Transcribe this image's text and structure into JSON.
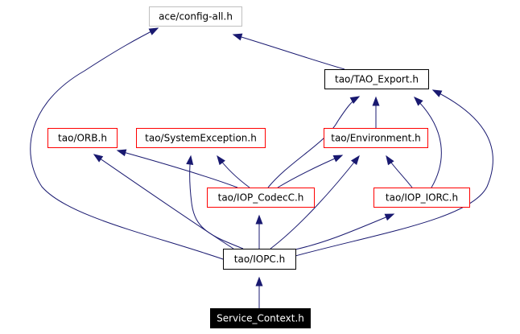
{
  "colors": {
    "edge": "#191970",
    "border_black": "#000000",
    "border_red": "#ff0000",
    "border_gray": "#bfbfbf",
    "fill_white": "#ffffff",
    "fill_black": "#000000",
    "text_black": "#000000",
    "text_white": "#ffffff"
  },
  "nodes": [
    {
      "id": "config_all",
      "label": "ace/config-all.h",
      "style": "gray"
    },
    {
      "id": "tao_export",
      "label": "tao/TAO_Export.h",
      "style": "black"
    },
    {
      "id": "orb",
      "label": "tao/ORB.h",
      "style": "red"
    },
    {
      "id": "sysexc",
      "label": "tao/SystemException.h",
      "style": "red"
    },
    {
      "id": "environment",
      "label": "tao/Environment.h",
      "style": "red"
    },
    {
      "id": "iop_codecc",
      "label": "tao/IOP_CodecC.h",
      "style": "red"
    },
    {
      "id": "iop_iorc",
      "label": "tao/IOP_IORC.h",
      "style": "red"
    },
    {
      "id": "iopc",
      "label": "tao/IOPC.h",
      "style": "black"
    },
    {
      "id": "service_context",
      "label": "Service_Context.h",
      "style": "filled"
    }
  ],
  "edges": [
    {
      "from": "service_context",
      "to": "iopc"
    },
    {
      "from": "iopc",
      "to": "config_all"
    },
    {
      "from": "iopc",
      "to": "tao_export"
    },
    {
      "from": "iopc",
      "to": "orb"
    },
    {
      "from": "iopc",
      "to": "sysexc"
    },
    {
      "from": "iopc",
      "to": "environment"
    },
    {
      "from": "iopc",
      "to": "iop_codecc"
    },
    {
      "from": "iopc",
      "to": "iop_iorc"
    },
    {
      "from": "iop_codecc",
      "to": "orb"
    },
    {
      "from": "iop_codecc",
      "to": "sysexc"
    },
    {
      "from": "iop_codecc",
      "to": "environment"
    },
    {
      "from": "iop_codecc",
      "to": "tao_export"
    },
    {
      "from": "iop_iorc",
      "to": "environment"
    },
    {
      "from": "iop_iorc",
      "to": "tao_export"
    },
    {
      "from": "environment",
      "to": "tao_export"
    },
    {
      "from": "tao_export",
      "to": "config_all"
    }
  ]
}
